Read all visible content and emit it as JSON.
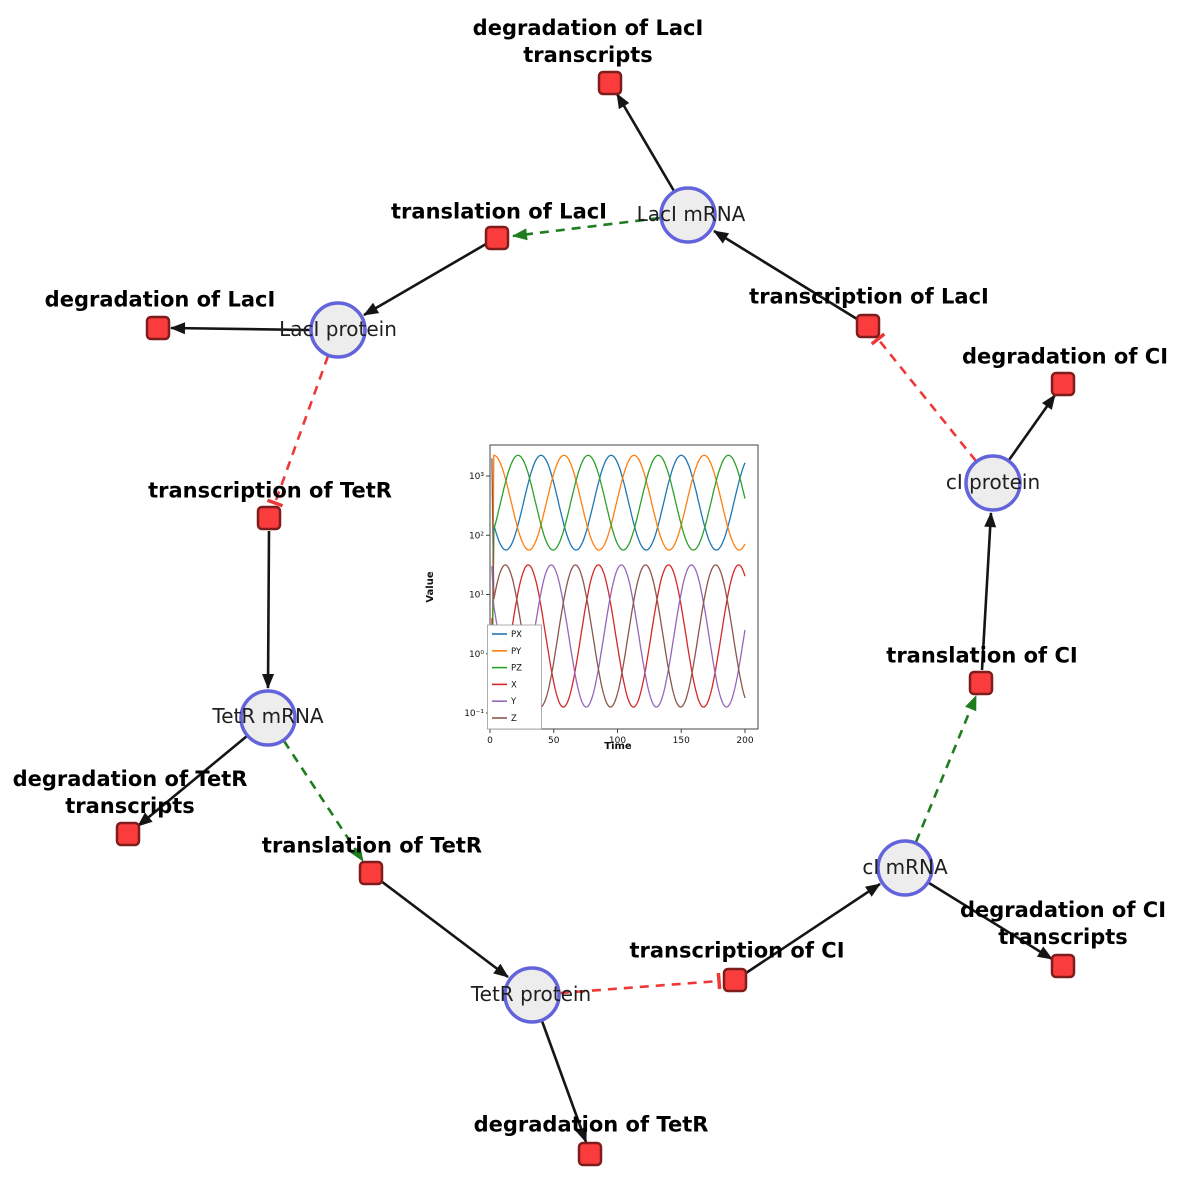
{
  "colors": {
    "species_fill": "#ededed",
    "species_stroke": "#6363dc",
    "reaction_fill": "#fa3c3c",
    "reaction_stroke": "#7f1d1d",
    "edge_black": "#151515",
    "edge_modifier_green": "#1f7d1f",
    "edge_inhibition_red": "#ee3838",
    "label_reaction": "#000000",
    "label_species": "#1f1f1f"
  },
  "network": {
    "species": [
      {
        "id": "laci-mrna",
        "label": "LacI mRNA"
      },
      {
        "id": "laci-protein",
        "label": "LacI protein"
      },
      {
        "id": "tetr-mrna",
        "label": "TetR mRNA"
      },
      {
        "id": "tetr-protein",
        "label": "TetR protein"
      },
      {
        "id": "ci-mrna",
        "label": "cI mRNA"
      },
      {
        "id": "ci-protein",
        "label": "cI protein"
      }
    ],
    "reactions": [
      {
        "id": "degradation-of-laci-transcripts",
        "label": "degradation of LacI transcripts",
        "lines": [
          "degradation of LacI",
          "transcripts"
        ]
      },
      {
        "id": "translation-of-laci",
        "label": "translation of LacI"
      },
      {
        "id": "transcription-of-laci",
        "label": "transcription of LacI"
      },
      {
        "id": "degradation-of-laci",
        "label": "degradation of LacI"
      },
      {
        "id": "degradation-of-ci",
        "label": "degradation of CI"
      },
      {
        "id": "transcription-of-tetr",
        "label": "transcription of TetR"
      },
      {
        "id": "translation-of-ci",
        "label": "translation of CI"
      },
      {
        "id": "degradation-of-tetr-transcripts",
        "label": "degradation of TetR transcripts",
        "lines": [
          "degradation of TetR",
          "transcripts"
        ]
      },
      {
        "id": "translation-of-tetr",
        "label": "translation of TetR"
      },
      {
        "id": "degradation-of-ci-transcripts",
        "label": "degradation of CI transcripts",
        "lines": [
          "degradation of CI",
          "transcripts"
        ]
      },
      {
        "id": "transcription-of-ci",
        "label": "transcription of CI"
      },
      {
        "id": "degradation-of-tetr",
        "label": "degradation of TetR"
      }
    ],
    "edges": [
      {
        "from": "LacI mRNA",
        "to": "degradation of LacI transcripts",
        "type": "consumption"
      },
      {
        "from": "translation of LacI",
        "to": "LacI protein",
        "type": "production"
      },
      {
        "from": "LacI mRNA",
        "to": "translation of LacI",
        "type": "modifier"
      },
      {
        "from": "transcription of LacI",
        "to": "LacI mRNA",
        "type": "production"
      },
      {
        "from": "cI protein",
        "to": "transcription of LacI",
        "type": "inhibition"
      },
      {
        "from": "LacI protein",
        "to": "degradation of LacI",
        "type": "consumption"
      },
      {
        "from": "LacI protein",
        "to": "transcription of TetR",
        "type": "inhibition"
      },
      {
        "from": "transcription of TetR",
        "to": "TetR mRNA",
        "type": "production"
      },
      {
        "from": "TetR mRNA",
        "to": "degradation of TetR transcripts",
        "type": "consumption"
      },
      {
        "from": "TetR mRNA",
        "to": "translation of TetR",
        "type": "modifier"
      },
      {
        "from": "translation of TetR",
        "to": "TetR protein",
        "type": "production"
      },
      {
        "from": "TetR protein",
        "to": "degradation of TetR",
        "type": "consumption"
      },
      {
        "from": "TetR protein",
        "to": "transcription of CI",
        "type": "inhibition"
      },
      {
        "from": "transcription of CI",
        "to": "cI mRNA",
        "type": "production"
      },
      {
        "from": "cI mRNA",
        "to": "degradation of CI transcripts",
        "type": "consumption"
      },
      {
        "from": "cI mRNA",
        "to": "translation of CI",
        "type": "modifier"
      },
      {
        "from": "translation of CI",
        "to": "cI protein",
        "type": "production"
      },
      {
        "from": "cI protein",
        "to": "degradation of CI",
        "type": "consumption"
      }
    ]
  },
  "chart_data": {
    "type": "line",
    "title": "",
    "xlabel": "Time",
    "ylabel": "Value",
    "x_range": [
      0,
      200
    ],
    "x_ticks": [
      0,
      50,
      100,
      150,
      200
    ],
    "y_scale": "log",
    "y_ticks": [
      0.1,
      1,
      10,
      100,
      1000
    ],
    "y_tick_labels": [
      "10⁻¹",
      "10⁰",
      "10¹",
      "10²",
      "10³"
    ],
    "grid": false,
    "legend_position": "lower left",
    "sample_times": [
      0,
      20,
      40,
      60,
      80,
      100,
      120,
      140,
      160,
      180,
      200
    ],
    "series": [
      {
        "name": "PX",
        "color": "#1f77b4",
        "log_center": 2.55,
        "log_amplitude": 0.8,
        "period": 55,
        "peak_time": 40,
        "start_value": 0.12,
        "values": [
          273,
          106,
          2239,
          106,
          273,
          1670,
          61,
          762,
          762,
          61,
          1670
        ]
      },
      {
        "name": "PY",
        "color": "#ff7f0e",
        "log_center": 2.55,
        "log_amplitude": 0.8,
        "period": 55,
        "peak_time": 58,
        "start_value": 0.12,
        "values": [
          2040,
          173,
          157,
          2100,
          78,
          438,
          1230,
          56,
          1150,
          487,
          73
        ]
      },
      {
        "name": "PZ",
        "color": "#2ca02c",
        "log_center": 2.55,
        "log_amplitude": 0.8,
        "period": 55,
        "peak_time": 22,
        "start_value": 0.12,
        "values": [
          83,
          2160,
          143,
          192,
          1980,
          69,
          539,
          1050,
          56,
          1330,
          394
        ]
      },
      {
        "name": "X",
        "color": "#d62728",
        "log_center": 0.3,
        "log_amplitude": 1.2,
        "period": 55,
        "peak_time": 30,
        "start_value": 4,
        "values": [
          0.14,
          6.8,
          5.8,
          0.14,
          21,
          1.25,
          0.35,
          31.6,
          0.31,
          1.46,
          19.5
        ]
      },
      {
        "name": "Y",
        "color": "#9467bd",
        "log_center": 0.3,
        "log_amplitude": 1.2,
        "period": 55,
        "peak_time": 48,
        "start_value": 30,
        "values": [
          12.9,
          0.13,
          11.5,
          3.2,
          0.19,
          27.6,
          0.68,
          0.59,
          28.9,
          0.2,
          2.7
        ]
      },
      {
        "name": "Z",
        "color": "#8c564b",
        "log_center": 0.3,
        "log_amplitude": 1.2,
        "period": 55,
        "peak_time": 12,
        "start_value": 2000,
        "values": [
          3.7,
          10.1,
          0.13,
          14.5,
          2.3,
          0.22,
          29.9,
          0.51,
          0.79,
          26.3,
          0.17
        ]
      }
    ]
  }
}
